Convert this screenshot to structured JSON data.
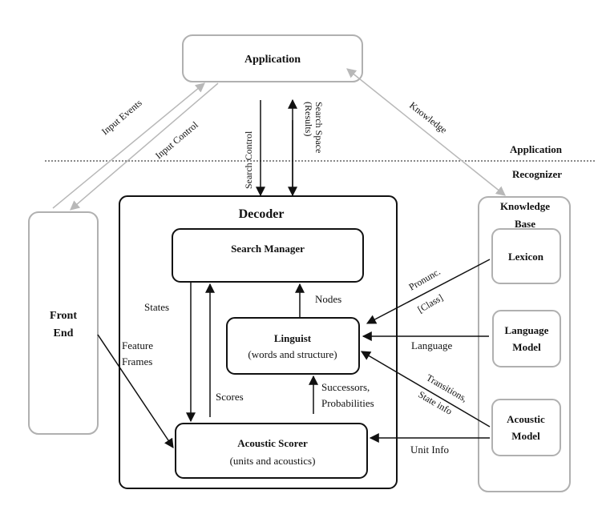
{
  "colors": {
    "ink": "#111111",
    "grey_box": "#b0b0b0",
    "grey_arrow": "#b8b8b8",
    "divider": "#444444"
  },
  "application": {
    "title": "Application"
  },
  "regions": {
    "application_label": "Application",
    "recognizer_label": "Recognizer"
  },
  "front_end": {
    "line1": "Front",
    "line2": "End"
  },
  "decoder": {
    "title": "Decoder",
    "search_manager": "Search Manager",
    "linguist": {
      "title": "Linguist",
      "subtitle": "(words and structure)"
    },
    "acoustic_scorer": {
      "title": "Acoustic Scorer",
      "subtitle": "(units and acoustics)"
    }
  },
  "knowledge_base": {
    "line1": "Knowledge",
    "line2": "Base",
    "lexicon": "Lexicon",
    "language_model": {
      "line1": "Language",
      "line2": "Model"
    },
    "acoustic_model": {
      "line1": "Acoustic",
      "line2": "Model"
    }
  },
  "labels": {
    "input_events": "Input Events",
    "input_control": "Input Control",
    "search_control": "Search Control",
    "search_space": "Search Space",
    "results": "(Results)",
    "knowledge": "Knowledge",
    "states": "States",
    "nodes": "Nodes",
    "scores": "Scores",
    "feature_line1": "Feature",
    "feature_line2": "Frames",
    "successors": "Successors,",
    "probabilities": "Probabilities",
    "pronunc": "Pronunc.",
    "class": "[Class]",
    "language": "Language",
    "transitions": "Transitions,",
    "state_info": "State info",
    "unit_info": "Unit Info"
  }
}
